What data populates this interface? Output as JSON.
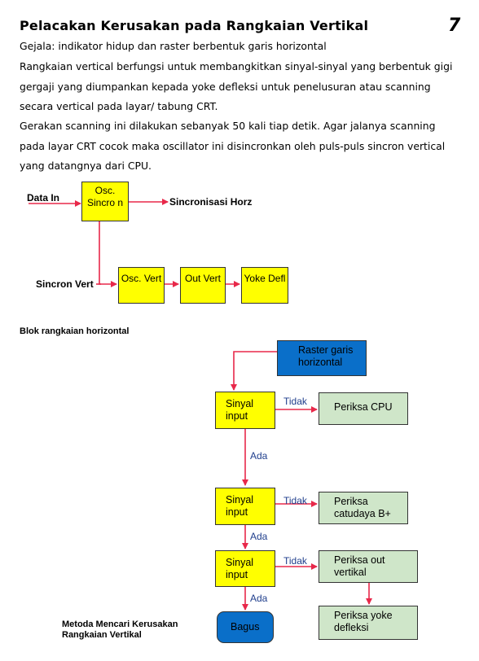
{
  "heading": {
    "title": "Pelacakan Kerusakan pada Rangkaian Vertikal",
    "page_number": "7"
  },
  "paragraphs": {
    "symptom": "Gejala: indikator hidup dan raster berbentuk garis horizontal",
    "p1": "Rangkaian vertical berfungsi untuk membangkitkan sinyal-sinyal yang berbentuk gigi gergaji yang diumpankan kepada yoke defleksi untuk penelusuran atau scanning secara vertical pada layar/ tabung CRT.",
    "p2": "Gerakan scanning ini dilakukan sebanyak 50 kali tiap detik. Agar jalanya scanning pada layar CRT cocok maka oscillator ini disincronkan oleh puls-puls sincron vertical yang datangnya dari CPU."
  },
  "block_diagram": {
    "data_in": "Data In",
    "osc_sincro": "Osc. Sincro n",
    "sincronisasi_horz": "Sincronisasi Horz",
    "sincron_vert": "Sincron Vert",
    "osc_vert": "Osc. Vert",
    "out_vert": "Out Vert",
    "yoke_defl": "Yoke Defl",
    "caption": "Blok rangkaian horizontal"
  },
  "flowchart": {
    "start": "Raster garis horizontal",
    "check1": "Sinyal input",
    "check2": "Sinyal input",
    "check3": "Sinyal input",
    "action1": "Periksa CPU",
    "action2": "Periksa catudaya B+",
    "action3": "Periksa out vertikal",
    "action4": "Periksa yoke defleksi",
    "end": "Bagus",
    "tidak1": "Tidak",
    "tidak2": "Tidak",
    "tidak3": "Tidak",
    "ada1": "Ada",
    "ada2": "Ada",
    "ada3": "Ada",
    "caption_line1": "Metoda Mencari Kerusakan",
    "caption_line2": "Rangkaian Vertikal"
  },
  "colors": {
    "yellow": "#ffff00",
    "green": "#cfe6c9",
    "blue": "#0a6fc9",
    "arrow": "#e8284a",
    "edge_label": "#1f3e8c"
  }
}
